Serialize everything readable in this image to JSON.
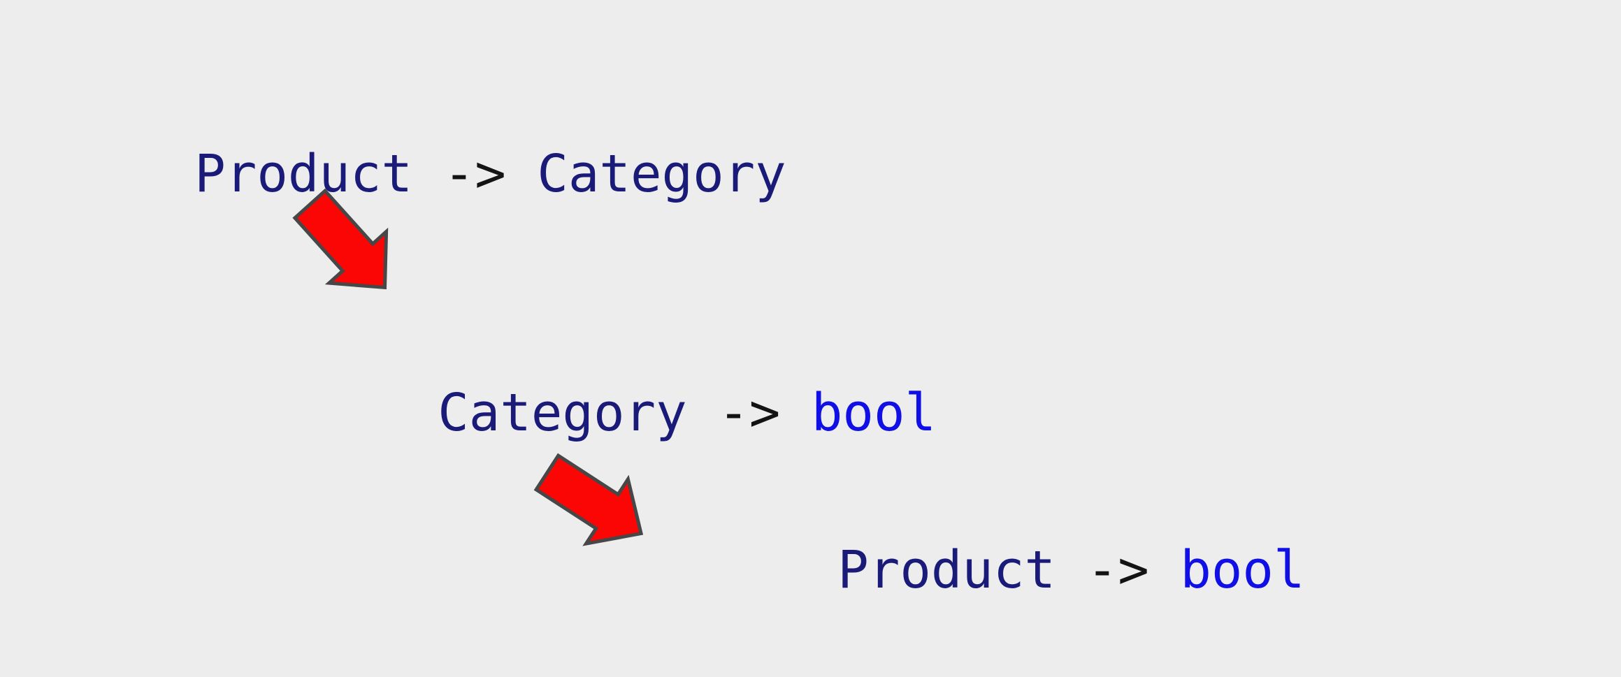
{
  "page": {
    "background_color": "#ededee",
    "description": "Function type composition diagram: Product -> Category composed with Category -> bool yields Product -> bool"
  },
  "expressions": [
    {
      "id": "product-to-category",
      "parts": [
        {
          "text": "Product",
          "color": "#1a1a78"
        },
        {
          "text": " -> ",
          "color": "#131313"
        },
        {
          "text": "Category",
          "color": "#1a1a78"
        }
      ]
    },
    {
      "id": "category-to-bool",
      "parts": [
        {
          "text": "Category",
          "color": "#1a1a78"
        },
        {
          "text": " -> ",
          "color": "#131313"
        },
        {
          "text": "bool",
          "color": "#0f0fe6"
        }
      ]
    },
    {
      "id": "product-to-bool",
      "parts": [
        {
          "text": "Product",
          "color": "#1a1a78"
        },
        {
          "text": " -> ",
          "color": "#131313"
        },
        {
          "text": "bool",
          "color": "#0f0fe6"
        }
      ]
    }
  ],
  "arrows": [
    {
      "id": "arrow-1",
      "direction": "down-right",
      "fill": "#fb0505",
      "stroke": "#474747"
    },
    {
      "id": "arrow-2",
      "direction": "down-right",
      "fill": "#fb0505",
      "stroke": "#474747"
    }
  ]
}
